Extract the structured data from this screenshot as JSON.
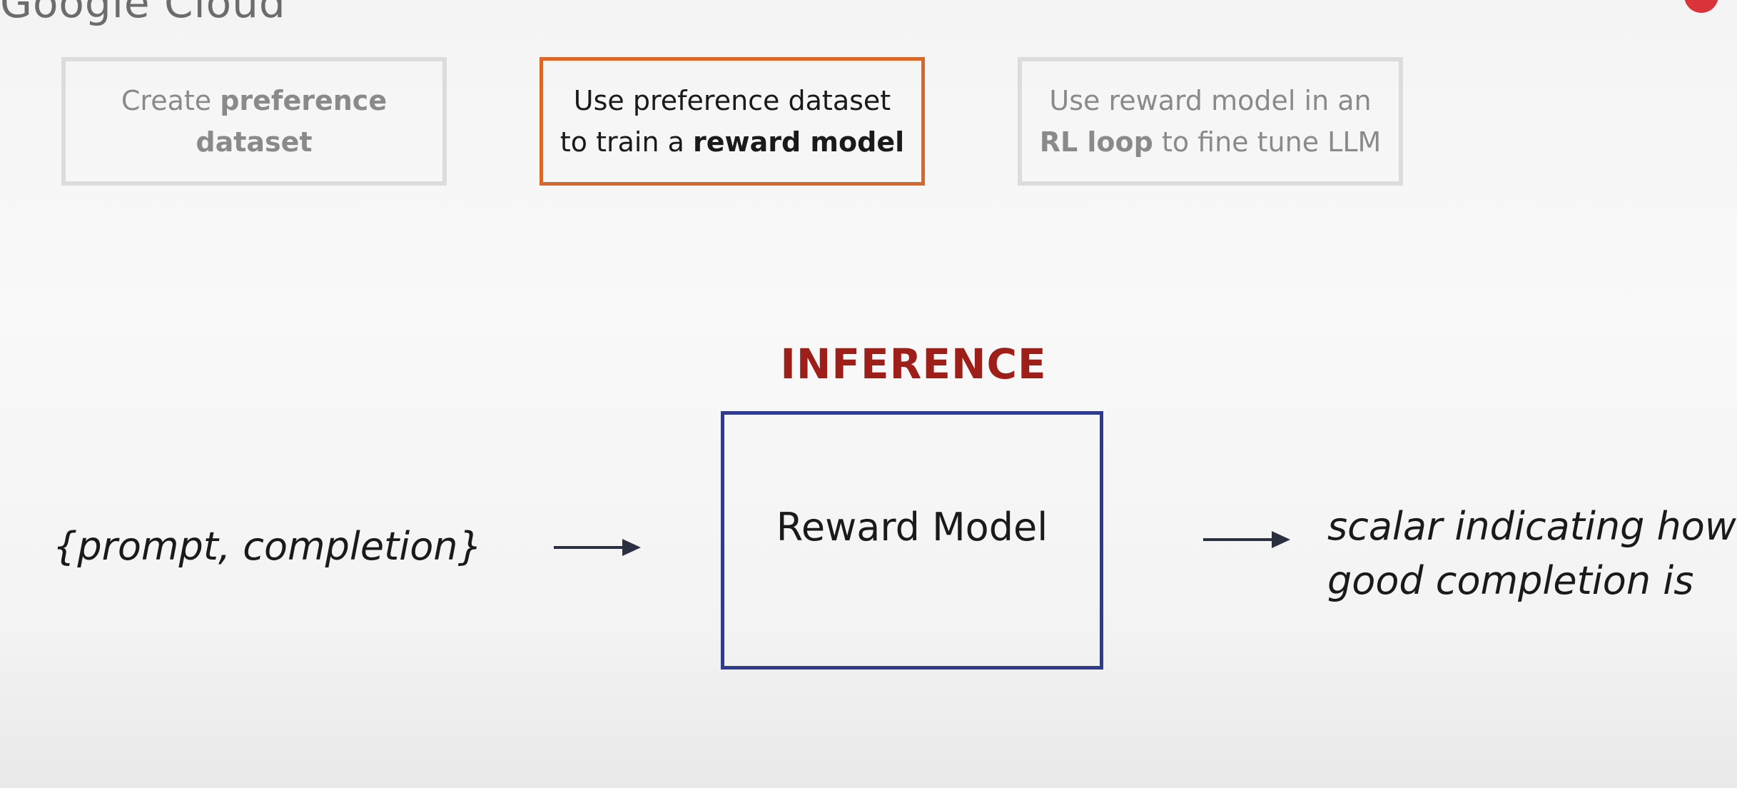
{
  "header": {
    "brand": "Google Cloud"
  },
  "steps": [
    {
      "pre": "Create ",
      "bold": "preference",
      "line2": "dataset",
      "line2_bold": true,
      "active": false
    },
    {
      "line1": "Use preference dataset",
      "pre2": "to train a ",
      "bold2": "reward model",
      "active": true
    },
    {
      "line1": "Use reward model in an",
      "bold2": "RL loop",
      "post2": " to fine tune LLM",
      "active": false
    }
  ],
  "diagram": {
    "heading": "INFERENCE",
    "model_label": "Reward Model",
    "input_text": "{prompt, completion}",
    "output_line1": "scalar indicating how",
    "output_line2": "good completion is"
  },
  "colors": {
    "active_border": "#d9672a",
    "inactive_border": "#dcdcdc",
    "heading": "#9e1f1a",
    "model_border": "#2f3b8f",
    "arrow": "#2a3040"
  }
}
